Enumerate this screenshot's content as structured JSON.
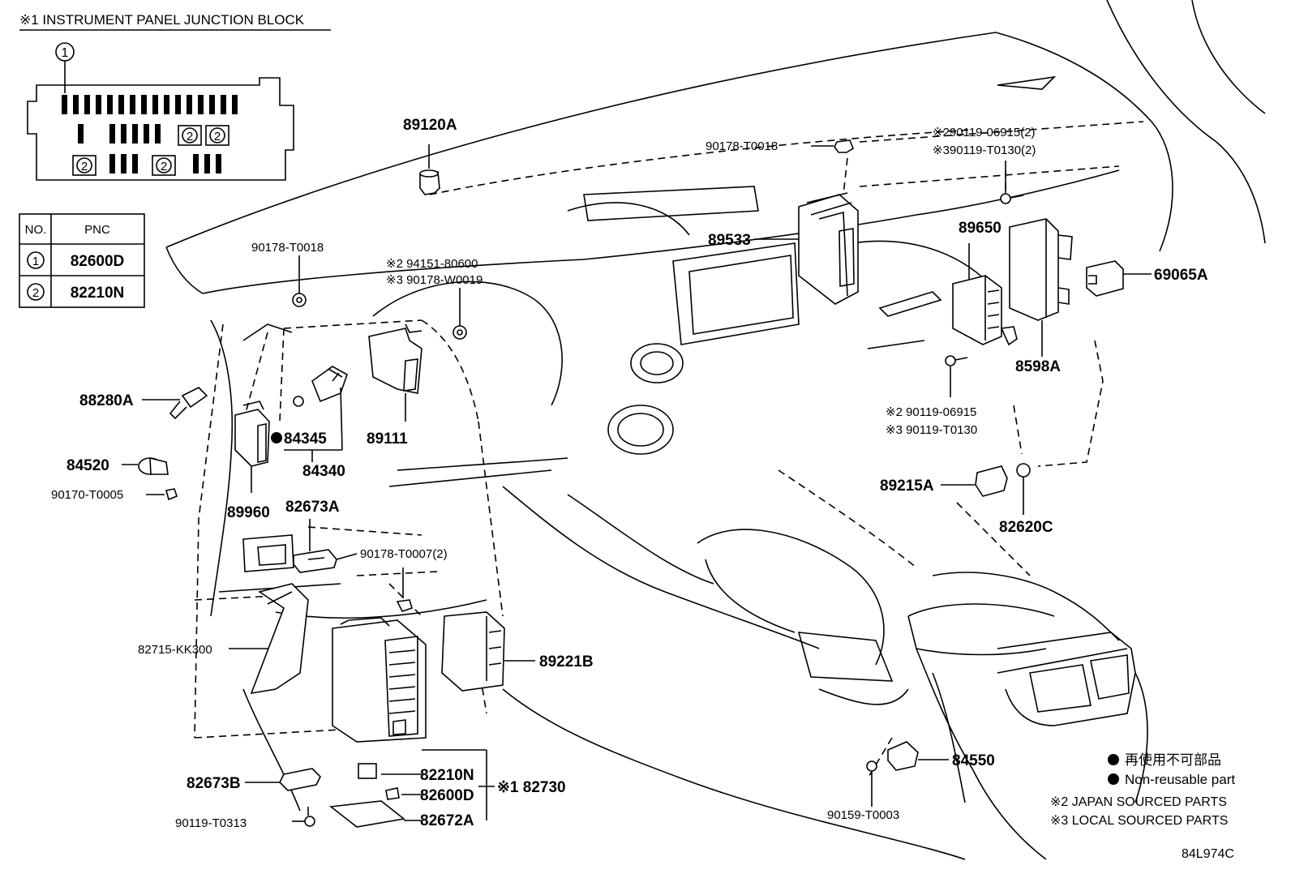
{
  "junction_block": {
    "title": "※1 INSTRUMENT PANEL JUNCTION BLOCK",
    "callout_1": "1",
    "callout_2": "2"
  },
  "pnc_table": {
    "col_no": "NO.",
    "col_pnc": "PNC",
    "rows": [
      {
        "no": "1",
        "pnc": "82600D"
      },
      {
        "no": "2",
        "pnc": "82210N"
      }
    ]
  },
  "parts": {
    "p89120A": "89120A",
    "p90178_T0018_top": "90178-T0018",
    "p90119_06915_2": "※290119-06915(2)",
    "p90119_T0130_2": "※390119-T0130(2)",
    "p90178_T0018_left": "90178-T0018",
    "p94151_80600": "※2 94151-80600",
    "p90178_W0019": "※3 90178-W0019",
    "p89533": "89533",
    "p89650": "89650",
    "p69065A": "69065A",
    "p8598A": "8598A",
    "p88280A": "88280A",
    "p84345": "84345",
    "p89111": "89111",
    "p84340": "84340",
    "p84520": "84520",
    "p90170_T0005": "90170-T0005",
    "p89960": "89960",
    "p82673A": "82673A",
    "p90119_06915": "※2 90119-06915",
    "p90119_T0130": "※3 90119-T0130",
    "p89215A": "89215A",
    "p82620C": "82620C",
    "p90178_T0007_2": "90178-T0007(2)",
    "p82715_KK300": "82715-KK300",
    "p89221B": "89221B",
    "p82210N": "82210N",
    "p82600D": "82600D",
    "p82730": "※1 82730",
    "p82672A": "82672A",
    "p82673B": "82673B",
    "p90119_T0313": "90119-T0313",
    "p84550": "84550",
    "p90159_T0003": "90159-T0003"
  },
  "legend": {
    "nonreusable_jp": "再使用不可部品",
    "nonreusable_en": "Non-reusable part",
    "japan_sourced": "※2 JAPAN SOURCED PARTS",
    "local_sourced": "※3 LOCAL SOURCED PARTS"
  },
  "illustration_code": "84L974C"
}
